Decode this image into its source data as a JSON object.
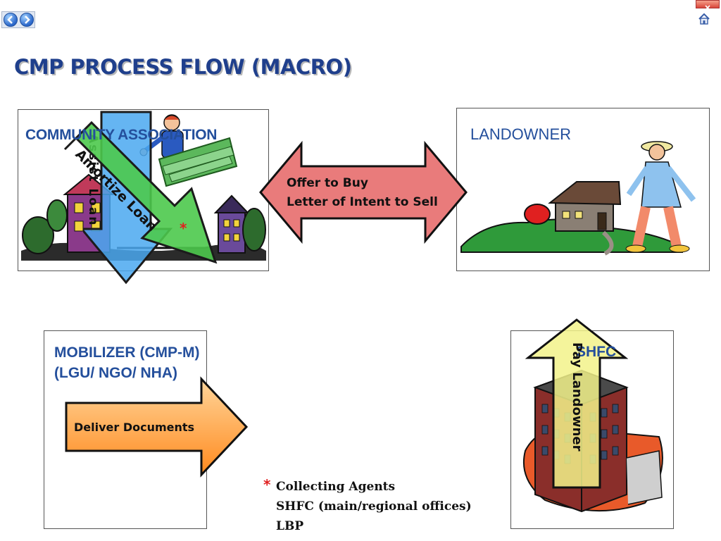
{
  "toolbar": {
    "back_icon": "back-arrow-icon",
    "forward_icon": "forward-arrow-icon",
    "close_icon": "close-icon",
    "home_icon": "home-icon"
  },
  "slide": {
    "title": "CMP PROCESS FLOW (MACRO)",
    "boxes": {
      "community": {
        "label": "COMMUNITY ASSOCIATION"
      },
      "landowner": {
        "label": "LANDOWNER"
      },
      "mobilizer": {
        "label_line1": "MOBILIZER (CMP-M)",
        "label_line2": "(LGU/ NGO/ NHA)"
      },
      "shfc": {
        "label": "SHFC"
      }
    },
    "arrows": {
      "offer_line1": "Offer to Buy",
      "offer_line2": "Letter of Intent to Sell",
      "amortize": "Amortize Loan",
      "assist": "Assist Loan",
      "deliver": "Deliver Documents",
      "pay": "Pay Landowner"
    },
    "note": {
      "marker": "*",
      "line1": "Collecting Agents",
      "line2": "SHFC (main/regional offices)",
      "line3": "LBP"
    }
  },
  "colors": {
    "title": "#1f3f8c",
    "label": "#244f9c",
    "green_arrow": "#4cc94c",
    "blue_arrow": "#4aa8f0",
    "pink_arrow": "#e97b7b",
    "orange_arrow": "#ff9a3a",
    "yellow_arrow": "#f2f28a"
  }
}
